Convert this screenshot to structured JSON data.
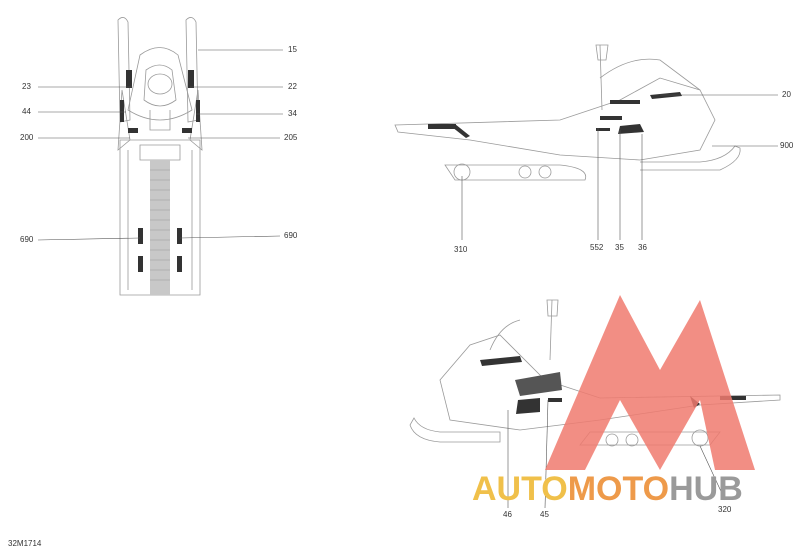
{
  "figure_id": "32M1714",
  "callouts": {
    "c15": "15",
    "c23": "23",
    "c22": "22",
    "c44": "44",
    "c34": "34",
    "c200": "200",
    "c205": "205",
    "c690_left": "690",
    "c690_right": "690",
    "c20": "20",
    "c900": "900",
    "c310": "310",
    "c552": "552",
    "c35": "35",
    "c36": "36",
    "c46": "46",
    "c45": "45",
    "c320": "320"
  },
  "watermark": {
    "part1": "AUTO",
    "part2": "MOTO",
    "part3": "HUB",
    "colors": {
      "yellow": "#f0c04a",
      "orange": "#ee9a4a",
      "gray": "#9a9a9a",
      "red": "#f07a6e"
    }
  }
}
